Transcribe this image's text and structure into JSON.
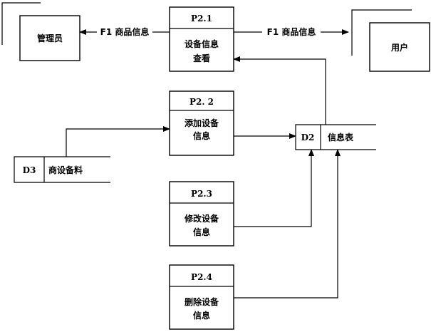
{
  "entities": {
    "admin": {
      "label": "管理员"
    },
    "user": {
      "label": "用户"
    }
  },
  "processes": [
    {
      "id": "P2.1",
      "lines": [
        "设备信息",
        "查看"
      ]
    },
    {
      "id": "P2. 2",
      "lines": [
        "添加设备",
        "信息"
      ]
    },
    {
      "id": "P2.3",
      "lines": [
        "修改设备",
        "信息"
      ]
    },
    {
      "id": "P2.4",
      "lines": [
        "删除设备",
        "信息"
      ]
    }
  ],
  "stores": {
    "d2": {
      "id": "D2",
      "label": "信息表"
    },
    "d3": {
      "id": "D3",
      "label": "商设备料"
    }
  },
  "flows": {
    "to_admin": "F1 商品信息",
    "to_user": "F1 商品信息"
  }
}
